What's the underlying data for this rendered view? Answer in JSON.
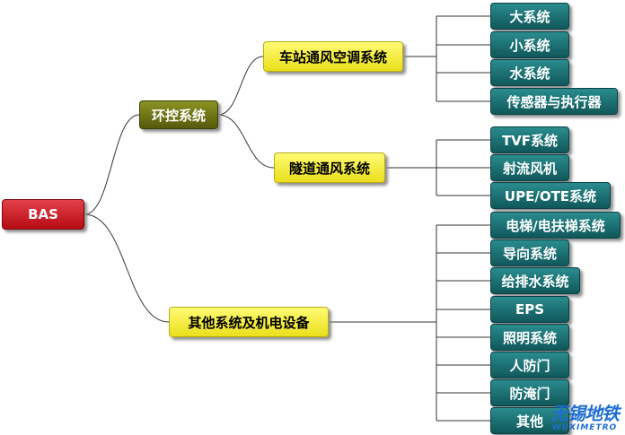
{
  "root": {
    "label": "BAS"
  },
  "groups": [
    {
      "label": "环控系统",
      "subsystems": [
        {
          "label": "车站通风空调系统",
          "children": [
            "大系统",
            "小系统",
            "水系统",
            "传感器与执行器"
          ]
        },
        {
          "label": "隧道通风系统",
          "children": [
            "TVF系统",
            "射流风机",
            "UPE/OTE系统"
          ]
        }
      ]
    },
    {
      "label": "其他系统及机电设备",
      "children": [
        "电梯/电扶梯系统",
        "导向系统",
        "给排水系统",
        "EPS",
        "照明系统",
        "人防门",
        "防淹门",
        "其他"
      ]
    }
  ],
  "watermark": {
    "cn": "无锡地铁",
    "en": "WUXIMETRO"
  },
  "colors": {
    "root": "#d01f28",
    "group_env": "#6f7516",
    "subsystem": "#f6ee3a",
    "leaf": "#1a6e71",
    "watermark": "#1f6fd0",
    "line": "#333333"
  }
}
